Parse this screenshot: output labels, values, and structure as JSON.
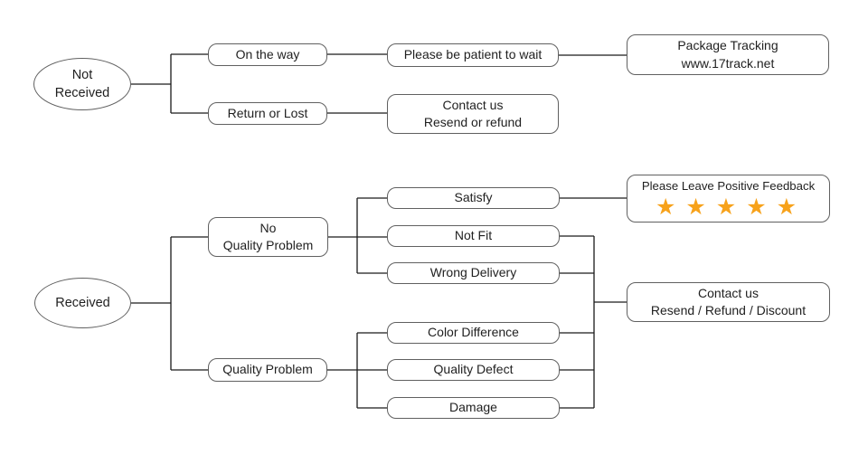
{
  "diagram_type": "customer-service-flowchart",
  "colors": {
    "background": "#ffffff",
    "box_border": "#606060",
    "connector": "#1a1a1a",
    "text": "#1f1f1f",
    "star": "#F7A21B"
  },
  "nodes": {
    "not_received": {
      "line1": "Not",
      "line2": "Received"
    },
    "on_the_way": {
      "label": "On the way"
    },
    "please_wait": {
      "label": "Please be patient to wait"
    },
    "package_tracking": {
      "line1": "Package Tracking",
      "line2": "www.17track.net"
    },
    "return_or_lost": {
      "label": "Return or Lost"
    },
    "contact_resend_refund": {
      "line1": "Contact us",
      "line2": "Resend or refund"
    },
    "received": {
      "label": "Received"
    },
    "no_quality_problem": {
      "line1": "No",
      "line2": "Quality Problem"
    },
    "quality_problem": {
      "label": "Quality Problem"
    },
    "satisfy": {
      "label": "Satisfy"
    },
    "not_fit": {
      "label": "Not Fit"
    },
    "wrong_delivery": {
      "label": "Wrong Delivery"
    },
    "color_difference": {
      "label": "Color Difference"
    },
    "quality_defect": {
      "label": "Quality Defect"
    },
    "damage": {
      "label": "Damage"
    },
    "positive_feedback": {
      "label": "Please Leave Positive Feedback",
      "stars": "★★★★★",
      "star_count": 5
    },
    "contact_discount": {
      "line1": "Contact us",
      "line2": "Resend / Refund / Discount"
    }
  }
}
